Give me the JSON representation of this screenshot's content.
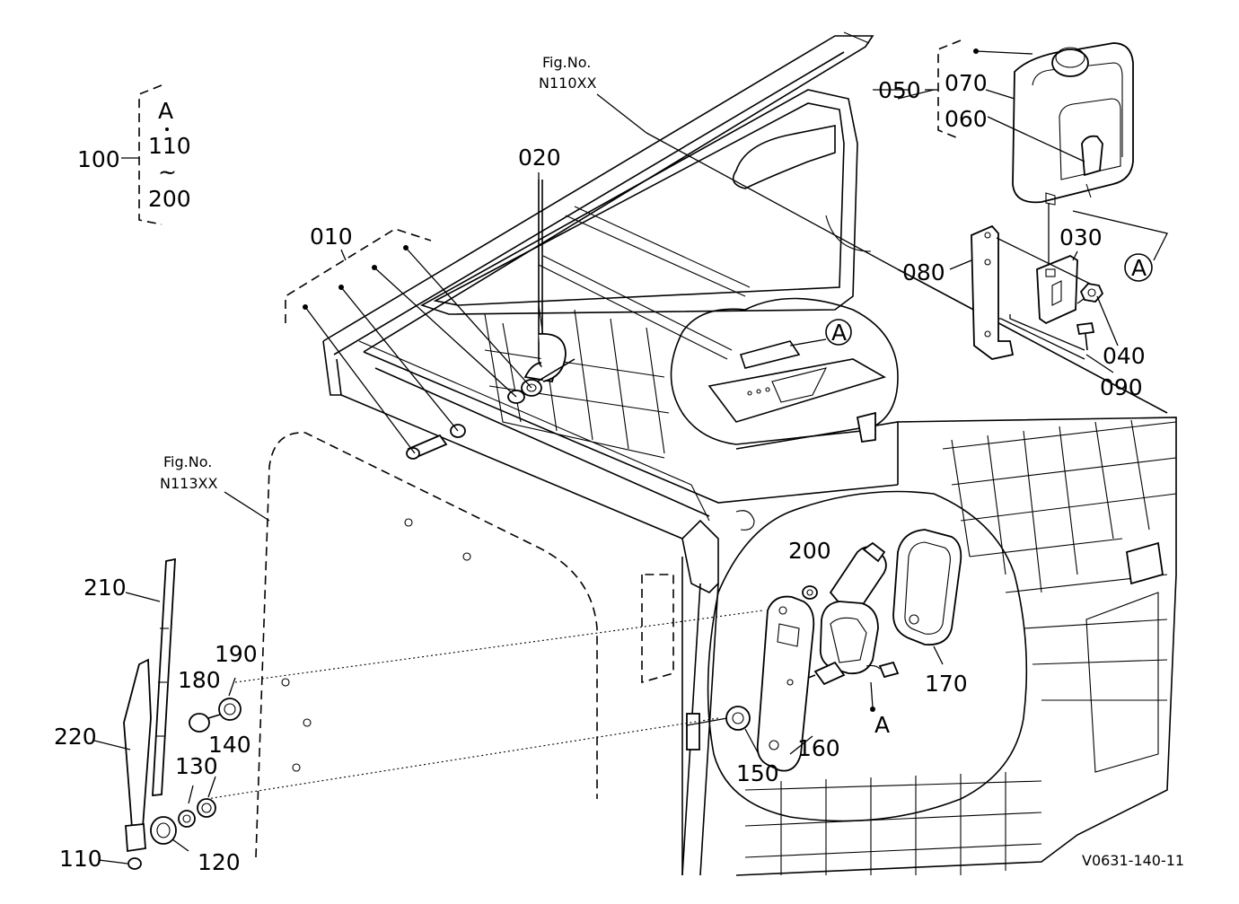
{
  "labels": {
    "p100": "100",
    "gA": "A",
    "g110": "110",
    "gtilde": "~",
    "g200": "200",
    "p010": "010",
    "p020": "020",
    "p050": "050",
    "p070": "070",
    "p060": "060",
    "p030": "030",
    "p080": "080",
    "p040": "040",
    "p090": "090",
    "circA": "A",
    "innerA": "A",
    "p200": "200",
    "p170": "170",
    "p160": "160",
    "p150": "150",
    "bigA": "A",
    "p210": "210",
    "p190": "190",
    "p180": "180",
    "p220": "220",
    "p140": "140",
    "p130": "130",
    "p120": "120",
    "p110": "110"
  },
  "refs": {
    "fig1_title": "Fig.No.",
    "fig1_code": "N110XX",
    "fig2_title": "Fig.No.",
    "fig2_code": "N113XX"
  },
  "footer": {
    "code": "V0631-140-11"
  }
}
